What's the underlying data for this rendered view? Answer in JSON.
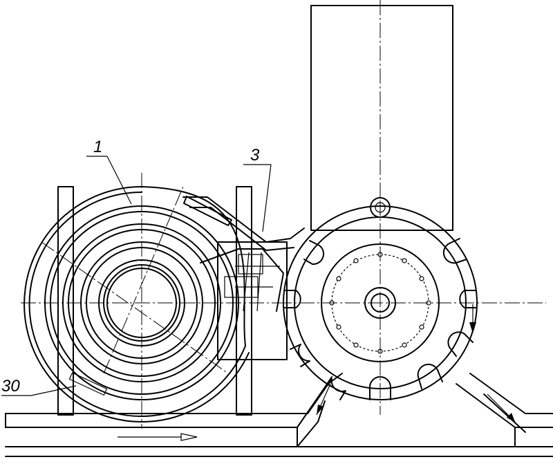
{
  "callouts": {
    "label_1": "1",
    "label_3": "3",
    "label_30": "30"
  },
  "colors": {
    "line": "#000000",
    "background": "#ffffff"
  }
}
